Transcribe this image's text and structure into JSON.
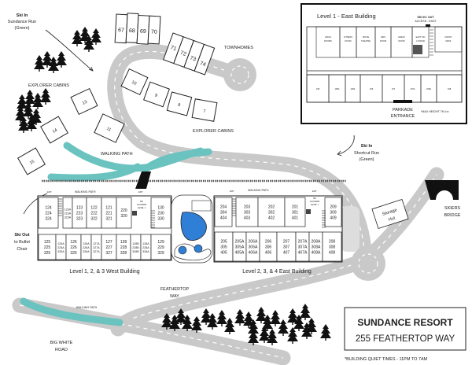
{
  "colors": {
    "road": "#c9c9c9",
    "walking_path": "#6ac3bf",
    "pool": "#2f7fd6",
    "ink": "#222222"
  },
  "ski_in_sundance": {
    "title": "Ski In",
    "line1": "Sundance Run",
    "line2": "(Green)"
  },
  "ski_in_shortcut": {
    "title": "Ski In",
    "line1": "Shortcut Run",
    "line2": "(Green)"
  },
  "ski_out": {
    "title": "Ski Out",
    "line1": "to Bullet",
    "line2": "Chair"
  },
  "townhomes": {
    "label": "TOWNHOMES",
    "units": [
      "67",
      "68",
      "69",
      "70",
      "71",
      "72",
      "73",
      "74"
    ]
  },
  "explorer_cabins": {
    "label": "EXPLORER CABINS",
    "cabins": [
      "7",
      "8",
      "9",
      "10",
      "11",
      "13",
      "14",
      "15"
    ]
  },
  "walking_path_label": "WALKING PATH",
  "skiers_bridge": "SKIERS\nBRIDGE",
  "skiers_bridge_lines": [
    "SKIERS",
    "BRIDGE"
  ],
  "storage_hut": [
    "Storage",
    "Hut"
  ],
  "exit_label": "EXIT",
  "ski_locker_label": [
    "SKI",
    "LOCKERS",
    "LEVEL 1"
  ],
  "west_building": {
    "label": "Level 1, 2, & 3 West Building",
    "top_rooms": [
      [
        "124",
        "224",
        "324"
      ],
      [
        "123A",
        "223A",
        "323A"
      ],
      [
        "123",
        "223",
        "323"
      ],
      [
        "122",
        "222",
        "322"
      ],
      [
        "121",
        "221",
        "321"
      ],
      [
        "220",
        "320"
      ],
      [
        "130",
        "230",
        "330"
      ]
    ],
    "bottom_rooms": [
      [
        "125",
        "225",
        "325"
      ],
      [
        "125A",
        "225A",
        "325A"
      ],
      [
        "126",
        "226",
        "326"
      ],
      [
        "126A",
        "226A",
        "326A"
      ],
      [
        "127A",
        "227A",
        "327A"
      ],
      [
        "127",
        "227",
        "327"
      ],
      [
        "128",
        "228",
        "328"
      ],
      [
        "128B",
        "228B",
        "328B"
      ],
      [
        "128A",
        "228A",
        "328A"
      ],
      [
        "129",
        "229",
        "329"
      ]
    ]
  },
  "east_building": {
    "label": "Level 2, 3, & 4 East Building",
    "top_rooms": [
      [
        "204",
        "304",
        "404"
      ],
      [
        "203",
        "303",
        "403"
      ],
      [
        "202",
        "302",
        "402"
      ],
      [
        "201",
        "301",
        "401"
      ],
      [
        "209",
        "309",
        "409"
      ]
    ],
    "bottom_rooms": [
      [
        "205",
        "305",
        "405"
      ],
      [
        "205A",
        "305A",
        "405A"
      ],
      [
        "206A",
        "306A",
        "406A"
      ],
      [
        "206",
        "306",
        "406"
      ],
      [
        "207",
        "307",
        "407"
      ],
      [
        "207A",
        "307A",
        "407A"
      ],
      [
        "208A",
        "308A",
        "408A"
      ],
      [
        "208",
        "308",
        "408"
      ]
    ]
  },
  "roads": {
    "feathertop": [
      "FEATHERTOP",
      "WAY"
    ],
    "big_white": [
      "BIG WHITE",
      "ROAD"
    ]
  },
  "floor_plan": {
    "title": "Level 1 - East Building",
    "ski_access": [
      "SKI IN / OUT",
      "ACCESS - EAST"
    ],
    "rooms": [
      [
        "WASH",
        "ROOMS"
      ],
      [
        "FITNESS",
        "ROOM"
      ],
      [
        "MOVIE",
        "THEATRE"
      ],
      [
        "KIDS",
        "ROOM"
      ],
      [
        "GREAT",
        "ROOM"
      ],
      [
        "EAST SKI",
        "LOCKER"
      ],
      [
        "FRONT",
        "DESK"
      ]
    ],
    "units": [
      "105",
      "105A",
      "106A",
      "106",
      "107",
      "107A",
      "108A",
      "108"
    ],
    "parkade": [
      "PARKADE",
      "ENTRANCE"
    ],
    "max_height": "*MAX HEIGHT 7ft 4 in"
  },
  "resort": {
    "name": "SUNDANCE RESORT",
    "address": "255 FEATHERTOP WAY"
  },
  "quiet_times": "*BUILDING QUIET TIMES - 11PM TO 7AM"
}
